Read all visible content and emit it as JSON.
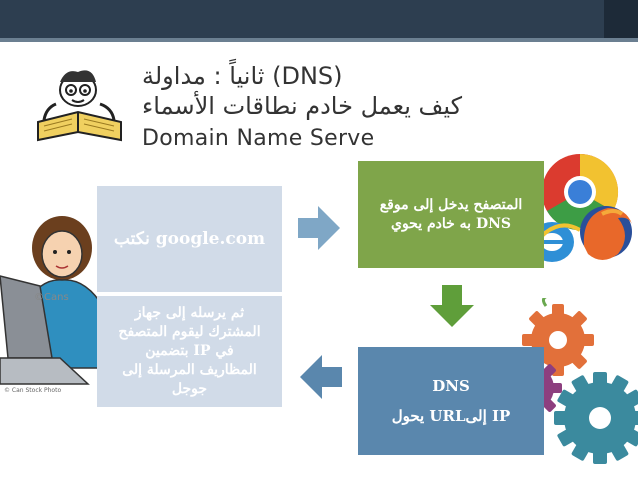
{
  "slide": {
    "title_line1": "ثانياً : مداولة (DNS)",
    "title_line2": "كيف يعمل خادم نطاقات الأسماء",
    "title_line3": "Domain Name Serve",
    "watermark": "© Can Stock Photo"
  },
  "steps": [
    {
      "text": "نكتب google.com"
    },
    {
      "line1": "المتصفح يدخل إلى موقع",
      "line2": "به خادم يحوي DNS"
    },
    {
      "line1": "DNS",
      "line2": "يحول URLإلى IP"
    },
    {
      "line1": "ثم يرسله إلى جهاز",
      "line2": "المشترك ليقوم المتصفح",
      "line3": "بتضمين IP في",
      "line4": "المظاريف المرسلة إلى",
      "line5": "جوجل"
    }
  ],
  "colors": {
    "header": "#2d3e50",
    "step_light": "#d1dbe8",
    "step_green": "#7fa54a",
    "step_blue": "#5a87ad",
    "arrow_light": "#7fa7c6",
    "arrow_green": "#5f9e3a",
    "arrow_blue": "#5a87ad"
  },
  "icons": [
    "reading-man-icon",
    "woman-laptop-icon",
    "chrome-icon",
    "firefox-icon",
    "ie-icon",
    "gears-icon"
  ]
}
